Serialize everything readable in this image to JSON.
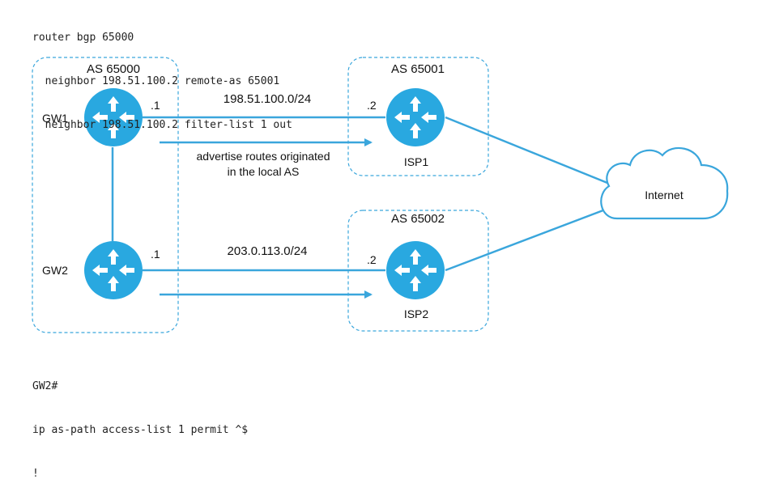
{
  "config_top": {
    "line1": "router bgp 65000",
    "line2": "  neighbor 198.51.100.2 remote-as 65001",
    "line3": "  neighbor 198.51.100.2 filter-list 1 out"
  },
  "config_bottom": {
    "line1": "GW2#",
    "line2": "ip as-path access-list 1 permit ^$",
    "line3": "!"
  },
  "as_groups": {
    "local": "AS 65000",
    "isp1": "AS 65001",
    "isp2": "AS 65002"
  },
  "routers": {
    "gw1": "GW1",
    "gw2": "GW2",
    "isp1": "ISP1",
    "isp2": "ISP2"
  },
  "links": {
    "top_subnet": "198.51.100.0/24",
    "bottom_subnet": "203.0.113.0/24",
    "gw1_addr": ".1",
    "isp1_addr": ".2",
    "gw2_addr": ".1",
    "isp2_addr": ".2"
  },
  "annotation": {
    "line1": "advertise routes originated",
    "line2": "in the local AS"
  },
  "cloud": {
    "label": "Internet"
  },
  "colors": {
    "router": "#29a8e0",
    "link": "#3aa6dc",
    "dashed_border": "#3aa6dc"
  }
}
